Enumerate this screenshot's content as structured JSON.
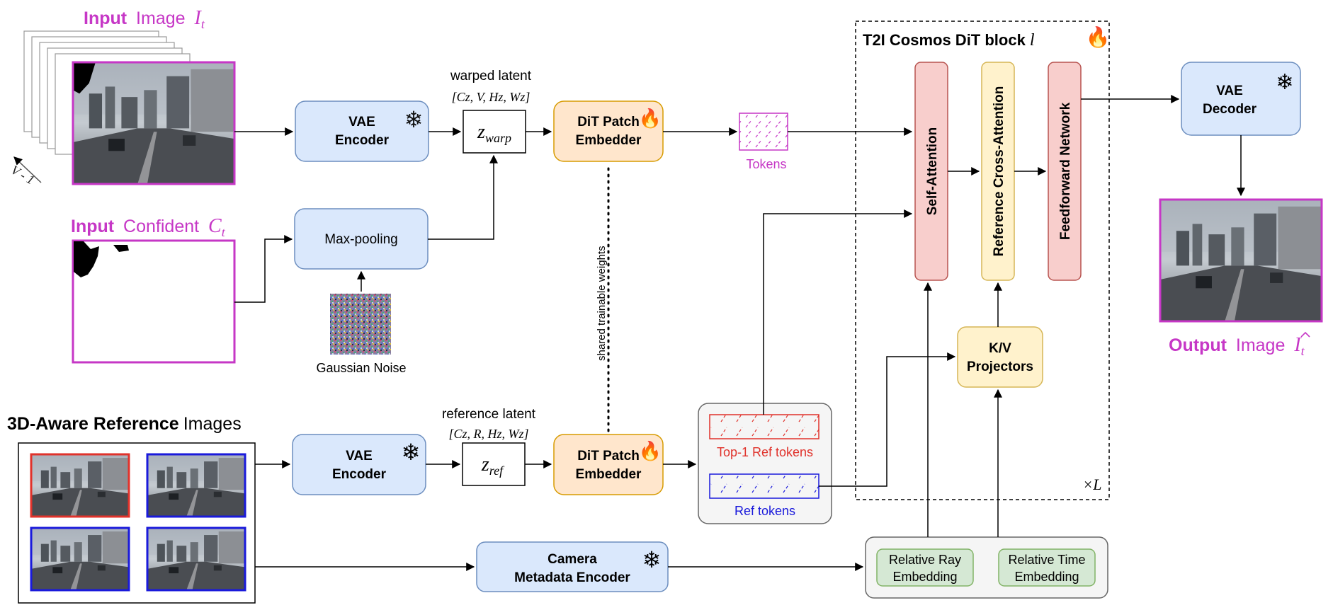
{
  "input_image": {
    "word": "Input",
    "rest": "Image",
    "symbol": "I",
    "sub": "t"
  },
  "input_confident": {
    "word": "Input",
    "rest": "Confident",
    "symbol": "C",
    "sub": "t"
  },
  "view_axis_label": "V - 1",
  "vae_encoder_top": {
    "line1": "VAE",
    "line2": "Encoder"
  },
  "warped_latent": {
    "title": "warped latent",
    "shape": "[C",
    "z_label": "z",
    "z_sub": "warp",
    "shape_full": "[Cz, V, Hz, Wz]"
  },
  "dit_patch_top": {
    "line1": "DiT Patch",
    "line2": "Embedder"
  },
  "tokens_label": "Tokens",
  "max_pooling": "Max-pooling",
  "gaussian_noise": "Gaussian Noise",
  "shared_weights": "shared trainable weights",
  "cosmos_block": {
    "title": "T2I Cosmos DiT block",
    "symbol": "l",
    "repeat": "×L"
  },
  "self_attention": "Self-Attention",
  "ref_cross_attention": "Reference Cross-Attention",
  "feedforward": "Feedforward Network",
  "kv_projectors": {
    "line1": "K/V",
    "line2": "Projectors"
  },
  "vae_decoder": {
    "line1": "VAE",
    "line2": "Decoder"
  },
  "output_image": {
    "word": "Output",
    "rest": "Image",
    "symbol": "I",
    "sub": "t"
  },
  "reference_images": {
    "bold": "3D-Aware Reference",
    "rest": "Images"
  },
  "vae_encoder_bottom": {
    "line1": "VAE",
    "line2": "Encoder"
  },
  "reference_latent": {
    "title": "reference latent",
    "shape_full": "[Cz, R, Hz, Wz]",
    "z_label": "z",
    "z_sub": "ref"
  },
  "dit_patch_bottom": {
    "line1": "DiT Patch",
    "line2": "Embedder"
  },
  "top1_ref_tokens": "Top-1 Ref tokens",
  "ref_tokens": "Ref tokens",
  "camera_encoder": {
    "line1": "Camera",
    "line2": "Metadata Encoder"
  },
  "relative_ray": {
    "line1": "Relative Ray",
    "line2": "Embedding"
  },
  "relative_time": {
    "line1": "Relative Time",
    "line2": "Embedding"
  },
  "colors": {
    "magenta": "#c637c6",
    "blue_box_fill": "#dae8fc",
    "blue_box_stroke": "#6c8ebf",
    "orange_fill": "#ffe6cc",
    "orange_stroke": "#d79b00",
    "pink_fill": "#f8cecc",
    "pink_stroke": "#b85450",
    "yellow_fill": "#fff2cc",
    "yellow_stroke": "#d6b656",
    "green_fill": "#d5e8d4",
    "green_stroke": "#82b366",
    "red_token": "#e0322b",
    "blue_token": "#1a1adb"
  },
  "icons": [
    "snowflake-icon",
    "fire-icon"
  ]
}
